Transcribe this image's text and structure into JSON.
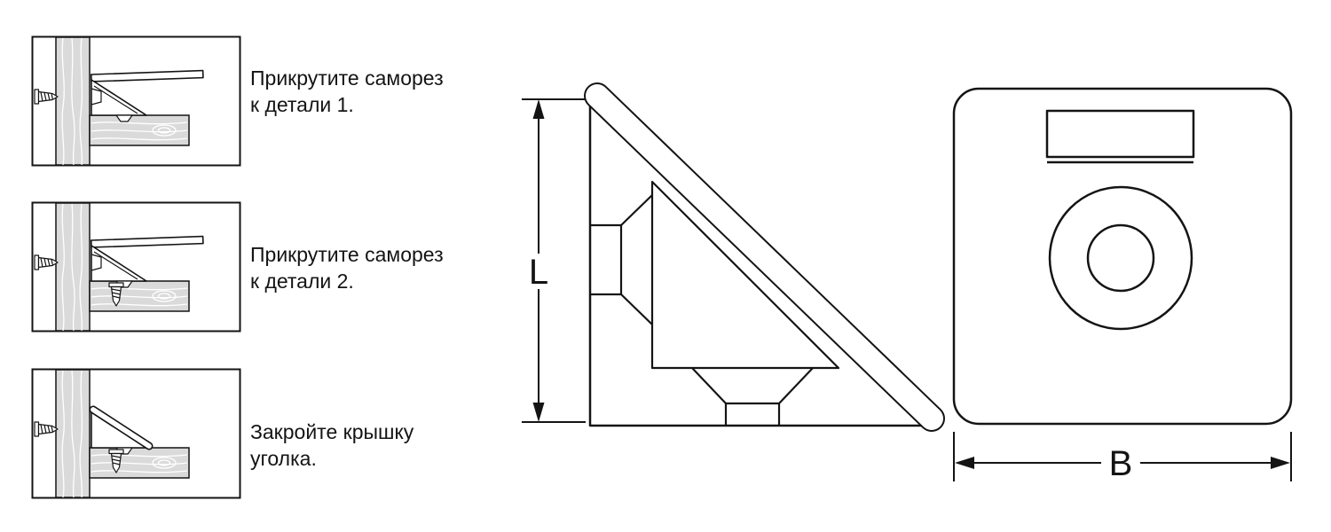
{
  "steps": [
    {
      "line1": "Прикрутите саморез",
      "line2": "к детали 1."
    },
    {
      "line1": "Прикрутите саморез",
      "line2": "к детали 2."
    },
    {
      "line1": "Закройте крышку",
      "line2": "уголка."
    }
  ],
  "side_view": {
    "dimension_label": "L"
  },
  "front_view": {
    "dimension_label": "B"
  },
  "colors": {
    "line": "#141414",
    "wood_fill": "#dadada",
    "background": "#ffffff"
  }
}
